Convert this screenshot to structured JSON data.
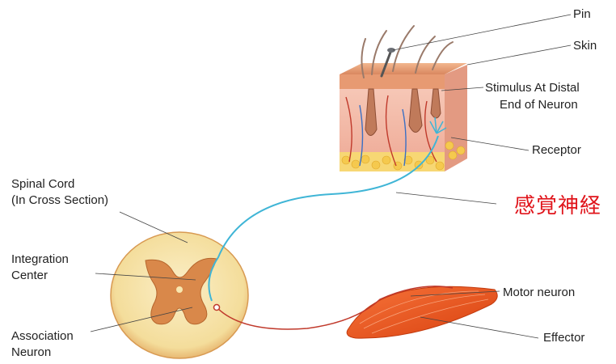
{
  "labels": {
    "pin": "Pin",
    "skin": "Skin",
    "stimulus_line1": "Stimulus At Distal",
    "stimulus_line2": "End of Neuron",
    "receptor": "Receptor",
    "sensory_nerve": "感覚神経",
    "spinal_cord_line1": "Spinal Cord",
    "spinal_cord_line2": "(In Cross Section)",
    "integration_line1": "Integration",
    "integration_line2": "Center",
    "motor_neuron": "Motor neuron",
    "association_line1": "Association",
    "association_line2": "Neuron",
    "effector": "Effector"
  },
  "colors": {
    "sensory_nerve": "#3fb5d6",
    "motor_nerve": "#c0392b",
    "annotation_red": "#e0141b",
    "skin_surface": "#e8a07a",
    "dermis": "#f3b8a8",
    "fat": "#f7d774",
    "cord_white": "#f8e7b0",
    "cord_gray": "#d9884a",
    "muscle": "#ef5a1c"
  }
}
